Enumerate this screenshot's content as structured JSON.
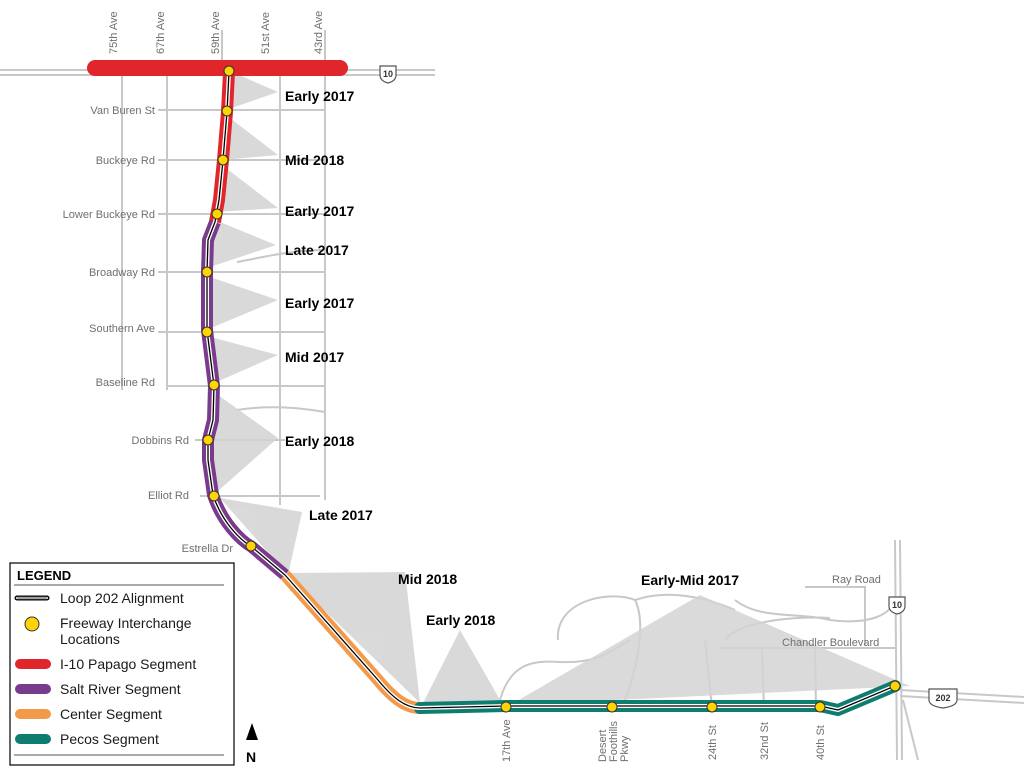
{
  "top_streets": [
    "75th Ave",
    "67th Ave",
    "59th Ave",
    "51st Ave",
    "43rd Ave"
  ],
  "west_streets": [
    "Van Buren St",
    "Buckeye Rd",
    "Lower Buckeye Rd",
    "Broadway Rd",
    "Southern Ave",
    "Baseline Rd",
    "Dobbins Rd",
    "Elliot Rd",
    "Estrella Dr"
  ],
  "south_streets": [
    "17th Ave",
    "Desert Foothills Pkwy",
    "24th St",
    "32nd St",
    "40th St"
  ],
  "east_streets": [
    "Ray Road",
    "Chandler Boulevard"
  ],
  "shields": {
    "i10_north": "10",
    "i10_east": "10",
    "loop202": "202"
  },
  "callouts": [
    "Early 2017",
    "Mid 2018",
    "Early 2017",
    "Late 2017",
    "Early 2017",
    "Mid 2017",
    "Early 2018",
    "Late 2017",
    "Mid 2018",
    "Early 2018",
    "Early-Mid 2017"
  ],
  "legend": {
    "title": "LEGEND",
    "items": [
      {
        "label": "Loop 202 Alignment",
        "kind": "alignment"
      },
      {
        "label": "Freeway Interchange\nLocations",
        "kind": "interchange"
      },
      {
        "label": "I-10 Papago Segment",
        "kind": "segment",
        "color": "#e0262b"
      },
      {
        "label": "Salt River Segment",
        "kind": "segment",
        "color": "#7b3b8c"
      },
      {
        "label": "Center Segment",
        "kind": "segment",
        "color": "#f29a4a"
      },
      {
        "label": "Pecos Segment",
        "kind": "segment",
        "color": "#0e7d70"
      }
    ]
  },
  "north_label": "N",
  "colors": {
    "papago": "#e0262b",
    "salt_river": "#7b3b8c",
    "center": "#f29a4a",
    "pecos": "#0e7d70",
    "interchange": "#ffd400",
    "fan": "#d3d3d3",
    "street": "#c8c8c8"
  }
}
